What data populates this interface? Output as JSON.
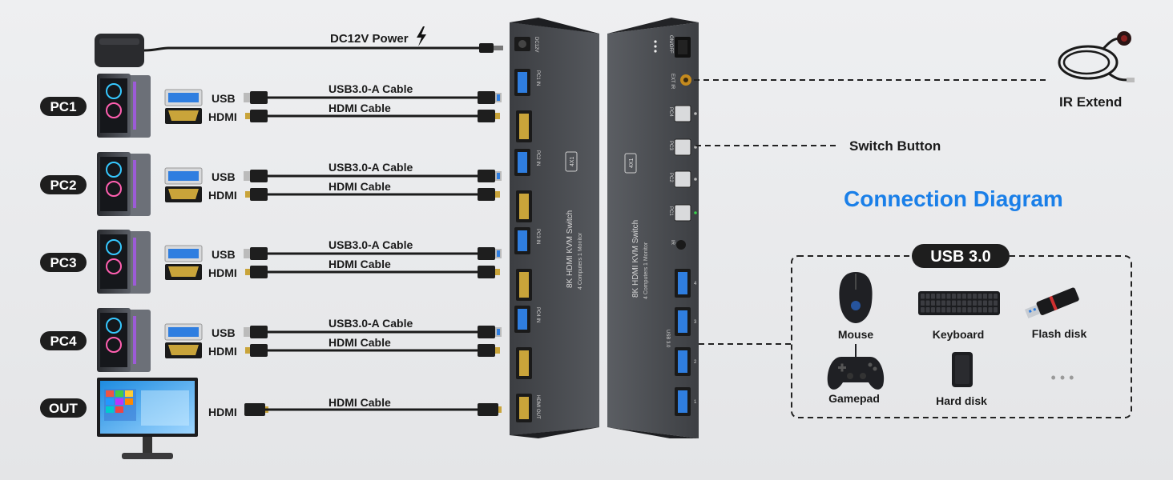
{
  "power": {
    "label": "DC12V Power"
  },
  "pcs": [
    {
      "label": "PC1",
      "usb_port": "USB",
      "hdmi_port": "HDMI",
      "usb_cable": "USB3.0-A Cable",
      "hdmi_cable": "HDMI Cable"
    },
    {
      "label": "PC2",
      "usb_port": "USB",
      "hdmi_port": "HDMI",
      "usb_cable": "USB3.0-A Cable",
      "hdmi_cable": "HDMI Cable"
    },
    {
      "label": "PC3",
      "usb_port": "USB",
      "hdmi_port": "HDMI",
      "usb_cable": "USB3.0-A Cable",
      "hdmi_cable": "HDMI Cable"
    },
    {
      "label": "PC4",
      "usb_port": "USB",
      "hdmi_port": "HDMI",
      "usb_cable": "USB3.0-A Cable",
      "hdmi_cable": "HDMI Cable"
    }
  ],
  "output": {
    "label": "OUT",
    "hdmi_port": "HDMI",
    "hdmi_cable": "HDMI Cable"
  },
  "front_panel": {
    "title": "8K HDMI KVM Switch",
    "subtitle": "4 Computers 1 Monitor",
    "model": "4X1",
    "dc_label": "DC12V",
    "input_labels": [
      "PC1 IN",
      "PC2 IN",
      "PC3 IN",
      "PC4 IN"
    ],
    "out_label": "HDMI OUT"
  },
  "back_panel": {
    "title": "8K HDMI KVM Switch",
    "subtitle": "4 Computers 1 Monitor",
    "model": "4X1",
    "power_switch": "ON/OFF",
    "ext_ir": "EXT IR",
    "ir": "IR",
    "buttons": [
      "PC4",
      "PC3",
      "PC2",
      "PC1"
    ],
    "usb_label": "USB 3.0",
    "usb_numbers": [
      "4",
      "3",
      "2",
      "1"
    ]
  },
  "ir_extend": {
    "label": "IR Extend"
  },
  "switch_button": {
    "label": "Switch Button"
  },
  "heading": {
    "text": "Connection Diagram",
    "color": "#1a7fe8"
  },
  "usb_box": {
    "title": "USB 3.0",
    "items": [
      {
        "label": "Mouse",
        "icon": "mouse-icon"
      },
      {
        "label": "Keyboard",
        "icon": "keyboard-icon"
      },
      {
        "label": "Flash disk",
        "icon": "flash-disk-icon"
      },
      {
        "label": "Gamepad",
        "icon": "gamepad-icon"
      },
      {
        "label": "Hard disk",
        "icon": "hard-disk-icon"
      }
    ],
    "more": "• • •"
  },
  "colors": {
    "usb_blue": "#2f7ee0",
    "hdmi_gold": "#c9a43a",
    "device_gray": "#4a4c50",
    "led_green": "#36d34a"
  }
}
